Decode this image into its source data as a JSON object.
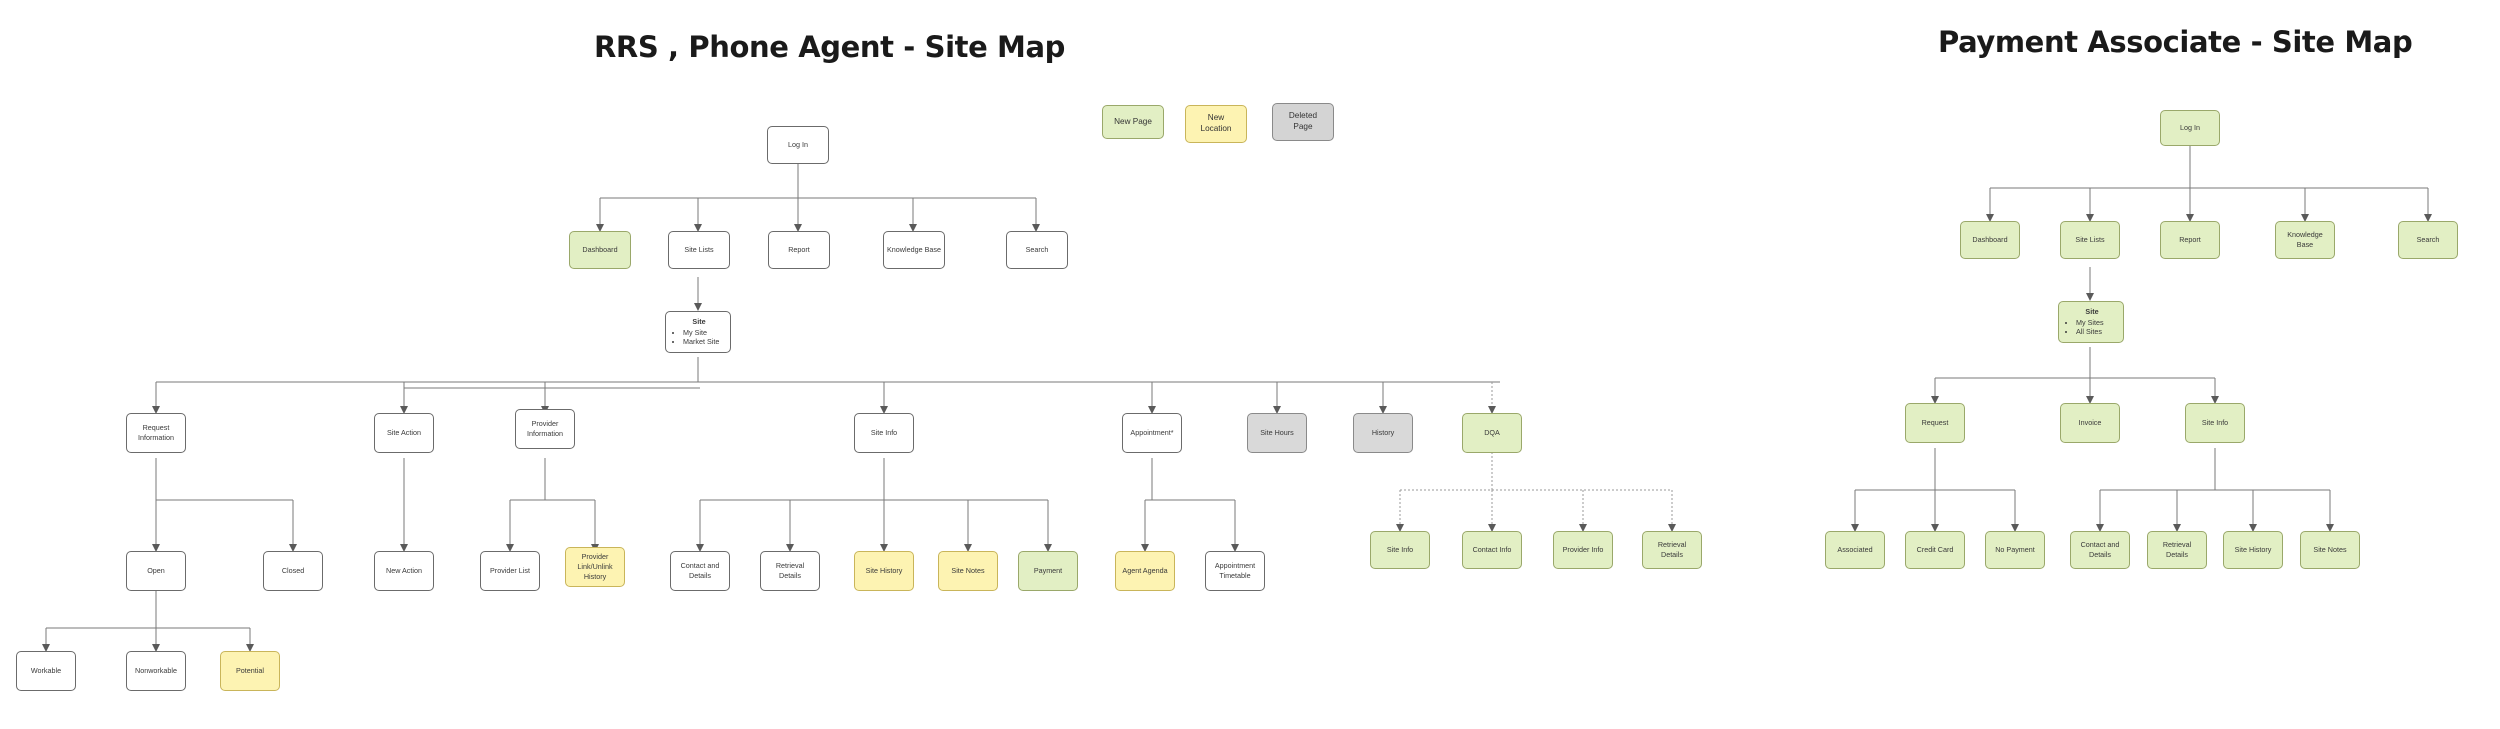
{
  "titles": {
    "left": "RRS , Phone Agent - Site Map",
    "right": "Payment Associate - Site Map"
  },
  "legend": {
    "items": [
      {
        "label": "New Page",
        "status": "new-page",
        "color": "#e2efc4"
      },
      {
        "label": "New\nLocation",
        "status": "new-location",
        "color": "#fdf3b2"
      },
      {
        "label": "Deleted\nPage",
        "status": "deleted-page",
        "color": "#d4d4d4"
      }
    ]
  },
  "left_map": {
    "root": {
      "label": "Log In",
      "status": "existing"
    },
    "level2": [
      {
        "label": "Dashboard",
        "status": "new-page"
      },
      {
        "label": "Site Lists",
        "status": "existing"
      },
      {
        "label": "Report",
        "status": "existing"
      },
      {
        "label": "Knowledge Base",
        "status": "existing"
      },
      {
        "label": "Search",
        "status": "existing"
      }
    ],
    "site": {
      "title": "Site",
      "bullets": [
        "My Site",
        "Market Site"
      ],
      "status": "existing"
    },
    "level3": [
      {
        "label": "Request Information",
        "status": "existing"
      },
      {
        "label": "Site Action",
        "status": "existing"
      },
      {
        "label": "Provider Information",
        "status": "existing"
      },
      {
        "label": "Site Info",
        "status": "existing"
      },
      {
        "label": "Appointment*",
        "status": "existing"
      },
      {
        "label": "Site Hours",
        "status": "deleted-page"
      },
      {
        "label": "History",
        "status": "deleted-page"
      },
      {
        "label": "DQA",
        "status": "new-page"
      }
    ],
    "level4": [
      {
        "label": "Open",
        "status": "existing"
      },
      {
        "label": "Closed",
        "status": "existing"
      },
      {
        "label": "New Action",
        "status": "existing"
      },
      {
        "label": "Provider List",
        "status": "existing"
      },
      {
        "label": "Provider Link/Unlink History",
        "status": "new-location"
      },
      {
        "label": "Contact and Details",
        "status": "existing"
      },
      {
        "label": "Retrieval Details",
        "status": "existing"
      },
      {
        "label": "Site History",
        "status": "new-location"
      },
      {
        "label": "Site Notes",
        "status": "new-location"
      },
      {
        "label": "Payment",
        "status": "new-page"
      },
      {
        "label": "Agent Agenda",
        "status": "new-location"
      },
      {
        "label": "Appointment Timetable",
        "status": "existing"
      }
    ],
    "dqa_children": [
      {
        "label": "Site Info",
        "status": "new-page"
      },
      {
        "label": "Contact Info",
        "status": "new-page"
      },
      {
        "label": "Provider Info",
        "status": "new-page"
      },
      {
        "label": "Retrieval Details",
        "status": "new-page"
      }
    ],
    "level5": [
      {
        "label": "Workable",
        "status": "existing"
      },
      {
        "label": "Nonworkable",
        "status": "existing"
      },
      {
        "label": "Potential",
        "status": "new-location"
      }
    ]
  },
  "right_map": {
    "root": {
      "label": "Log In",
      "status": "new-page"
    },
    "level2": [
      {
        "label": "Dashboard",
        "status": "new-page"
      },
      {
        "label": "Site Lists",
        "status": "new-page"
      },
      {
        "label": "Report",
        "status": "new-page"
      },
      {
        "label": "Knowledge Base",
        "status": "new-page"
      },
      {
        "label": "Search",
        "status": "new-page"
      }
    ],
    "site": {
      "title": "Site",
      "bullets": [
        "My Sites",
        "All Sites"
      ],
      "status": "new-page"
    },
    "level3": [
      {
        "label": "Request",
        "status": "new-page"
      },
      {
        "label": "Invoice",
        "status": "new-page"
      },
      {
        "label": "Site Info",
        "status": "new-page"
      }
    ],
    "level4": [
      {
        "label": "Associated",
        "status": "new-page"
      },
      {
        "label": "Credit Card",
        "status": "new-page"
      },
      {
        "label": "No Payment",
        "status": "new-page"
      },
      {
        "label": "Contact and Details",
        "status": "new-page"
      },
      {
        "label": "Retrieval Details",
        "status": "new-page"
      },
      {
        "label": "Site History",
        "status": "new-page"
      },
      {
        "label": "Site Notes",
        "status": "new-page"
      }
    ]
  }
}
